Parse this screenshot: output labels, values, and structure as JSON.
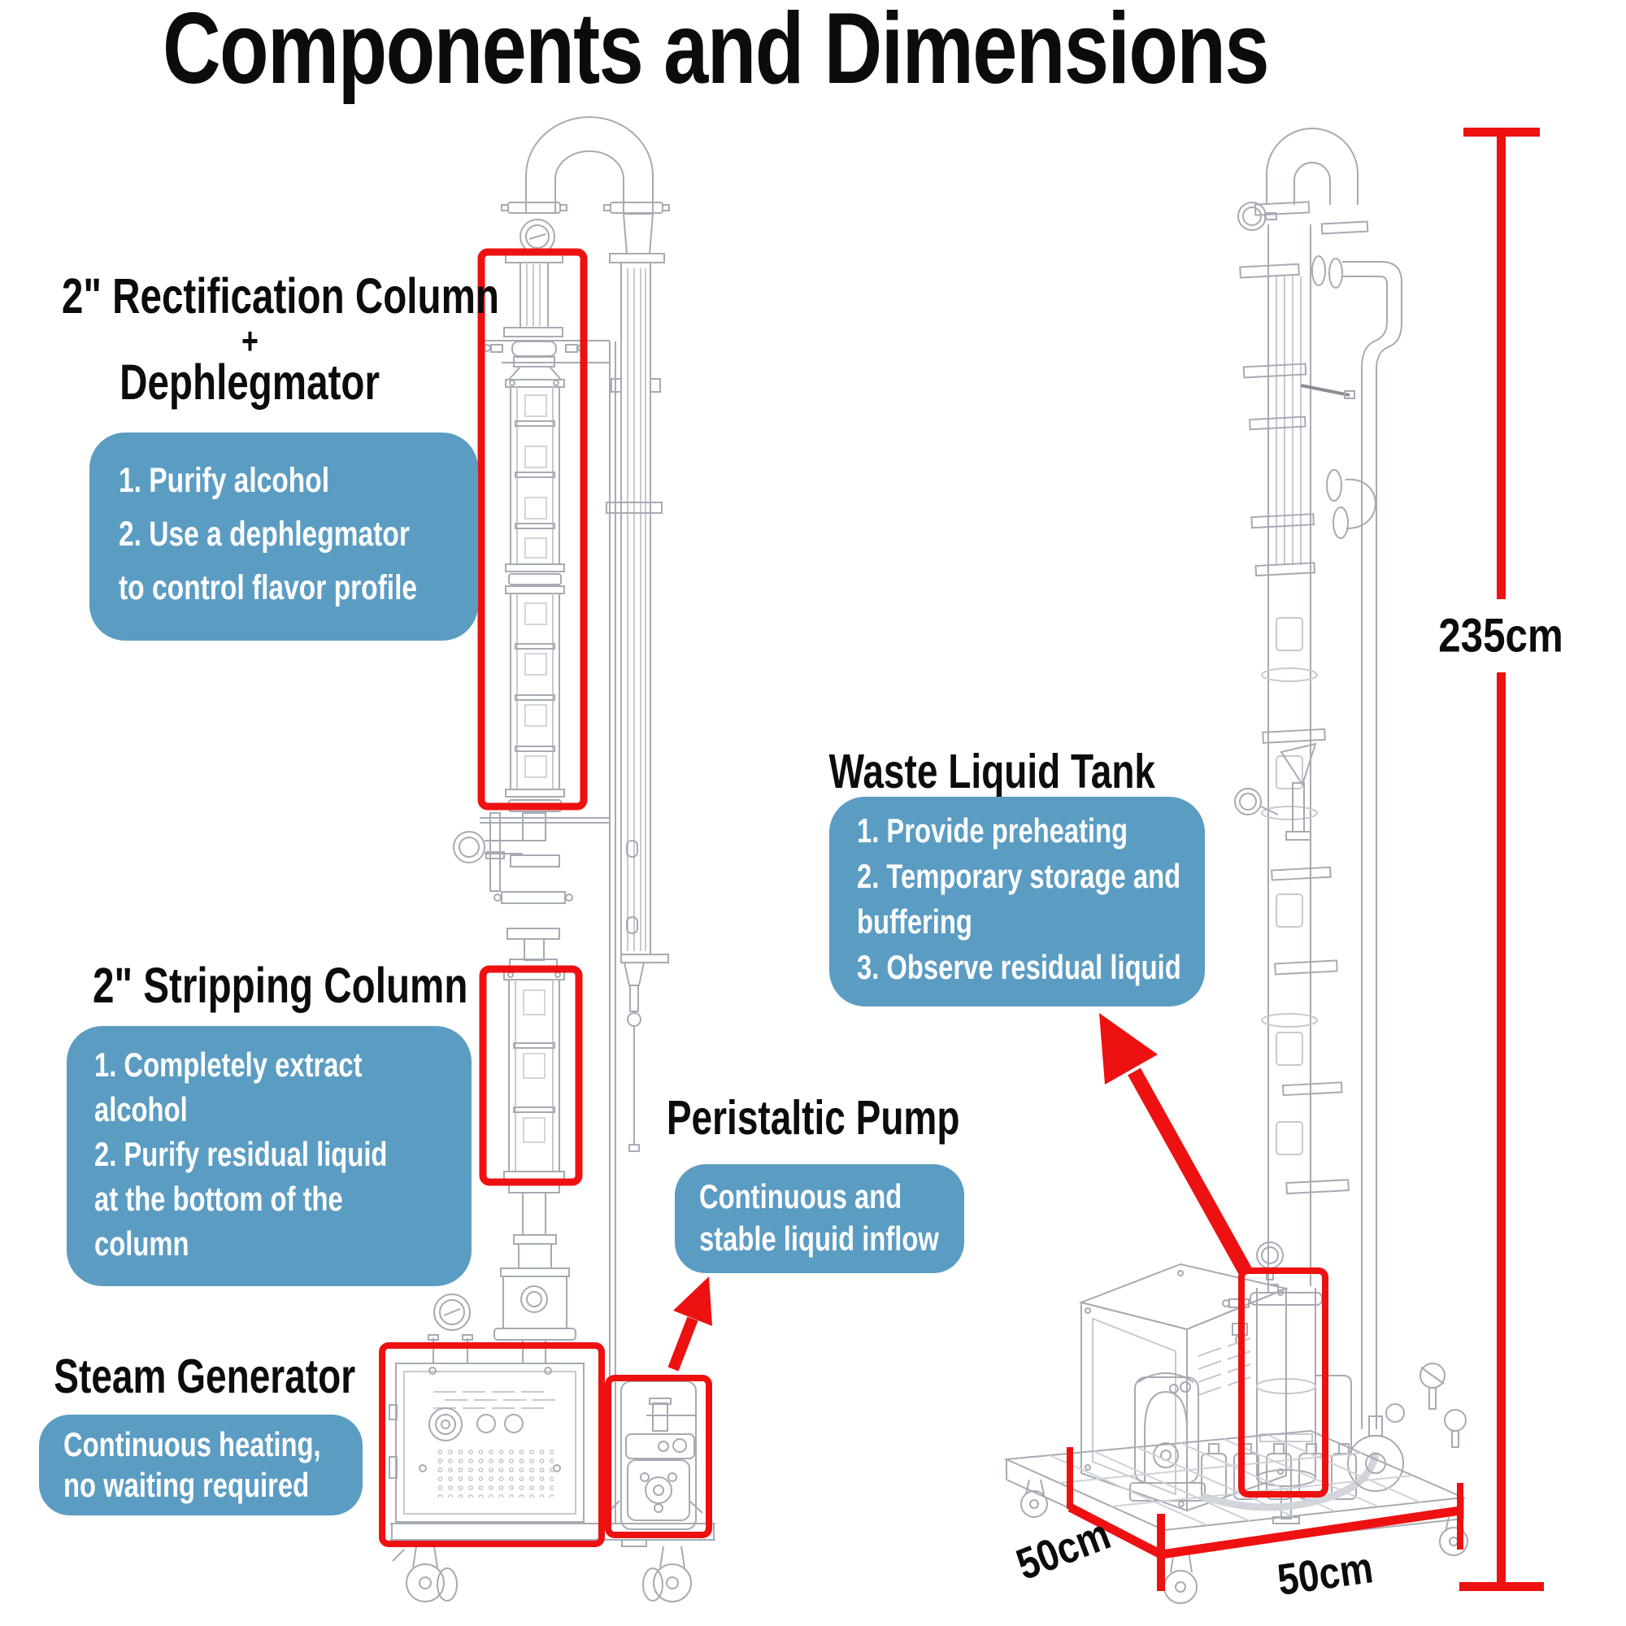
{
  "title": "Components and Dimensions",
  "colors": {
    "accent_blue": "#5B9CC3",
    "highlight_red": "#EE1111",
    "title_text": "#0C0C0C",
    "callout_text": "#FFFFFF",
    "drawing_gray": "#A6ABB3"
  },
  "callouts": {
    "rectification": {
      "heading_line1": "2\" Rectification Column",
      "heading_line2": "+",
      "heading_line3": "Dephlegmator",
      "lines": [
        "1. Purify alcohol",
        "2. Use a dephlegmator",
        "to control flavor profile"
      ]
    },
    "stripping": {
      "heading": "2\" Stripping Column",
      "lines": [
        "1. Completely extract",
        "alcohol",
        "2. Purify residual liquid",
        "at the bottom of the",
        "column"
      ]
    },
    "steam_generator": {
      "heading": "Steam Generator",
      "lines": [
        "Continuous heating,",
        "no waiting required"
      ]
    },
    "peristaltic_pump": {
      "heading": "Peristaltic Pump",
      "lines": [
        "Continuous and",
        "stable liquid inflow"
      ]
    },
    "waste_tank": {
      "heading": "Waste Liquid Tank",
      "lines": [
        "1. Provide preheating",
        "2. Temporary storage and",
        "buffering",
        "3. Observe residual liquid"
      ]
    }
  },
  "dimensions": {
    "height_label": "235cm",
    "depth_label": "50cm",
    "width_label": "50cm"
  }
}
